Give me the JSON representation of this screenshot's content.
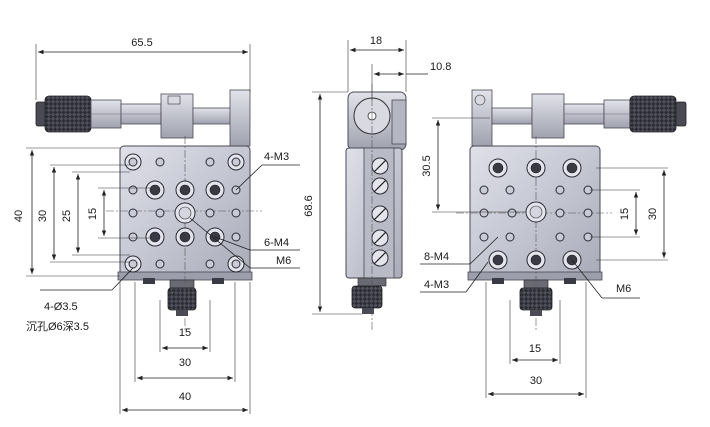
{
  "dimensions": {
    "top_width": "65.5",
    "side_width": "18",
    "side_offset": "10.8",
    "left_height": "40",
    "inner_height_30": "30",
    "inner_height_25": "25",
    "inner_height_15": "15",
    "side_height": "68.6",
    "right_height_30_5": "30.5",
    "right_height_15": "15",
    "right_height_30": "30",
    "bottom_15": "15",
    "bottom_30": "30",
    "bottom_40": "40",
    "right_bottom_15": "15",
    "right_bottom_30": "30"
  },
  "labels": {
    "front_m3": "4-M3",
    "front_m4": "6-M4",
    "front_m6": "M6",
    "front_hole": "4-Ø3.5",
    "front_counterbore": "沉孔Ø6深3.5",
    "rear_m4": "8-M4",
    "rear_m3": "4-M3",
    "rear_m6": "M6"
  },
  "colors": {
    "body": "#c5c7d3",
    "body_dark": "#8a8c99",
    "knob": "#3c3c46",
    "line": "#222222"
  }
}
